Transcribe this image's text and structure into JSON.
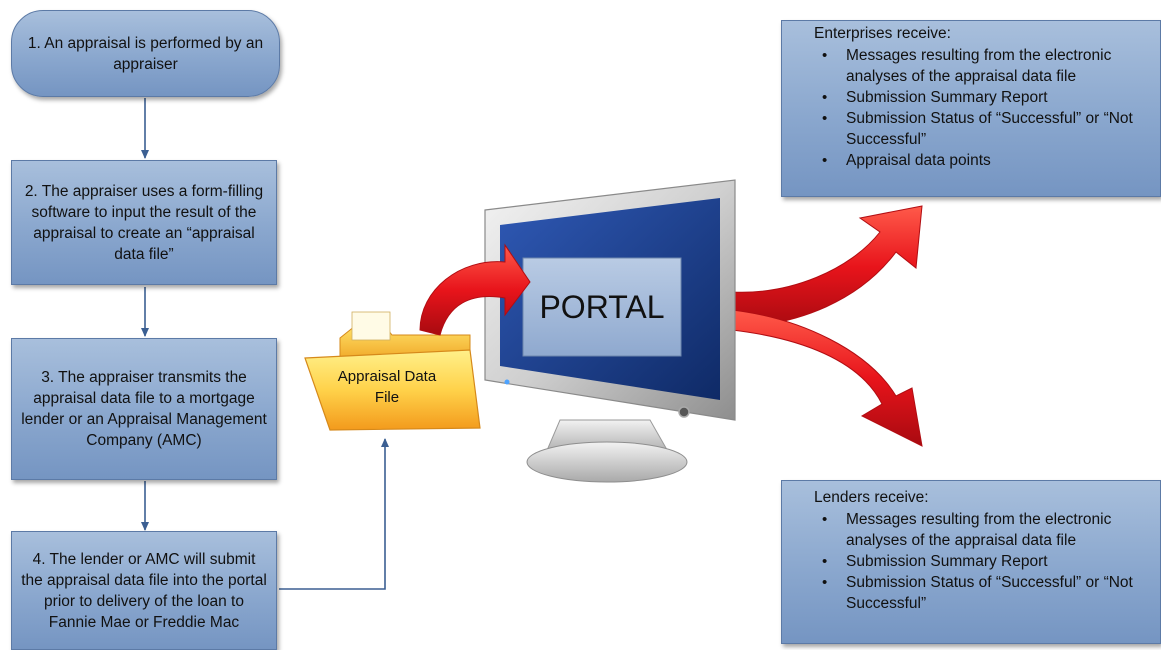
{
  "steps": [
    {
      "text": "1.  An appraisal is performed by an appraiser"
    },
    {
      "text": "2.  The appraiser uses a form-filling software to input the result of the appraisal to create an “appraisal data file”"
    },
    {
      "text": "3.  The appraiser transmits the appraisal data file to a mortgage lender or an Appraisal Management Company (AMC)"
    },
    {
      "text": "4.  The lender or AMC will submit the appraisal data file into the portal prior to delivery of the loan to Fannie Mae or Freddie Mac"
    }
  ],
  "portal": {
    "label": "PORTAL"
  },
  "folder": {
    "label": "Appraisal Data File"
  },
  "enterprises": {
    "heading": "Enterprises receive:",
    "items": [
      "Messages resulting from the electronic analyses of the appraisal data file",
      "Submission Summary Report",
      "Submission Status of “Successful” or “Not Successful”",
      "Appraisal data points"
    ]
  },
  "lenders": {
    "heading": "Lenders receive:",
    "items": [
      "Messages resulting from the electronic analyses of the appraisal data file",
      "Submission Summary Report",
      "Submission Status of “Successful” or “Not Successful”"
    ]
  },
  "colors": {
    "box_fill": "#8aa7ce",
    "box_border": "#5c7aa6",
    "connector": "#3b5f92",
    "arrow_red": "#e8141b",
    "screen_blue": "#1d3e8a",
    "folder_orange": "#f5a623"
  }
}
